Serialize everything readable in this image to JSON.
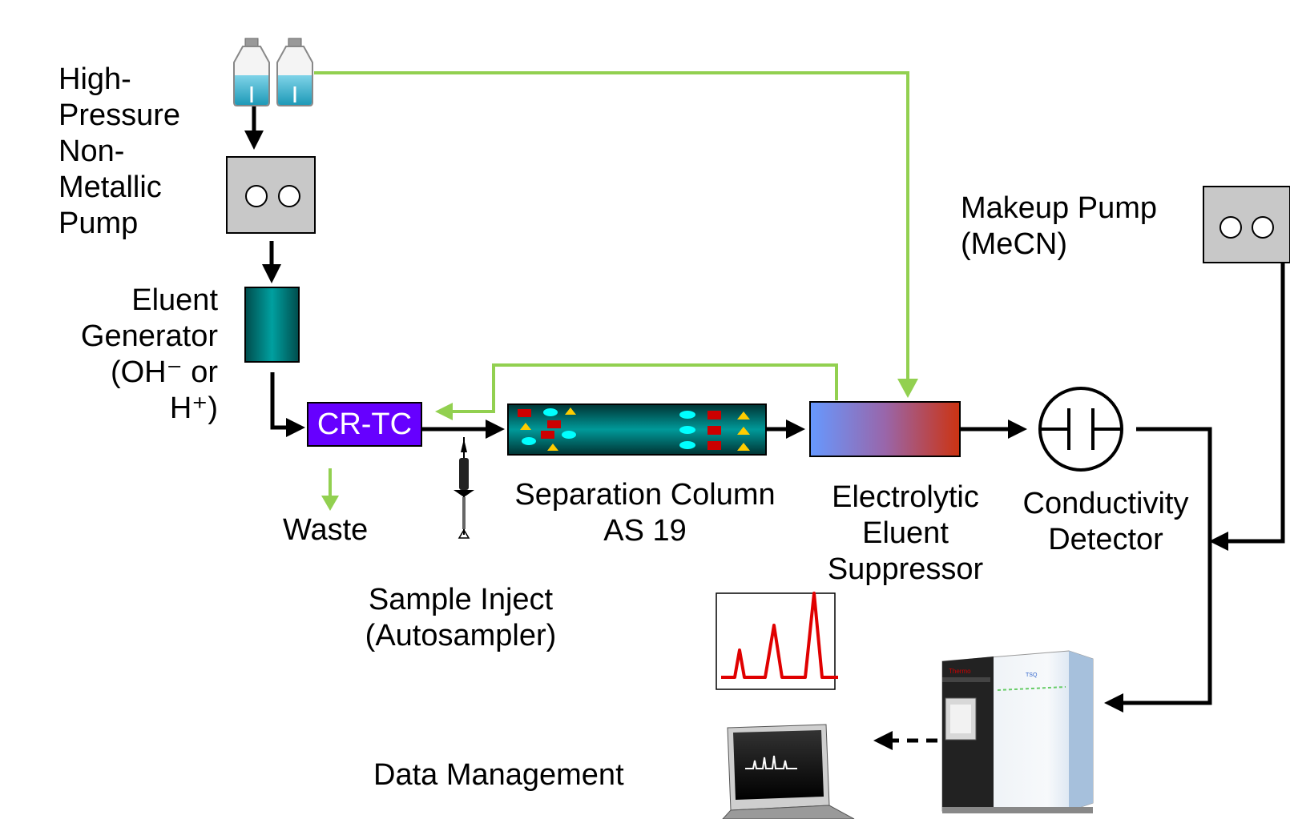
{
  "labels": {
    "pump": "High-\nPressure\nNon-\nMetallic\nPump",
    "eluent_generator": "Eluent\nGenerator\n(OH⁻ or\nH⁺)",
    "crtc": "CR-TC",
    "waste": "Waste",
    "separation_column": "Separation Column\nAS 19",
    "suppressor": "Electrolytic\nEluent\nSuppressor",
    "detector": "Conductivity\nDetector",
    "makeup_pump": "Makeup Pump\n(MeCN)",
    "sample_inject": "Sample Inject\n(Autosampler)",
    "data_management": "Data Management"
  },
  "colors": {
    "flow_arrow": "#000000",
    "regen_flow": "#92d050",
    "pump_body": "#c8c8c8",
    "eluent_generator": "#008080",
    "crtc": "#6600ff",
    "column": "#006666",
    "analyte_red": "#cc0000",
    "analyte_cyan": "#00ffff",
    "analyte_yellow": "#ffcc00",
    "suppressor_left": "#6699ff",
    "suppressor_right": "#cc3311",
    "chromatogram": "#e00000"
  },
  "icons": [
    "solvent-bottles-icon",
    "pump-icon",
    "syringe-icon",
    "conductivity-cell-icon",
    "chromatogram-icon",
    "mass-spectrometer-icon",
    "laptop-icon"
  ]
}
